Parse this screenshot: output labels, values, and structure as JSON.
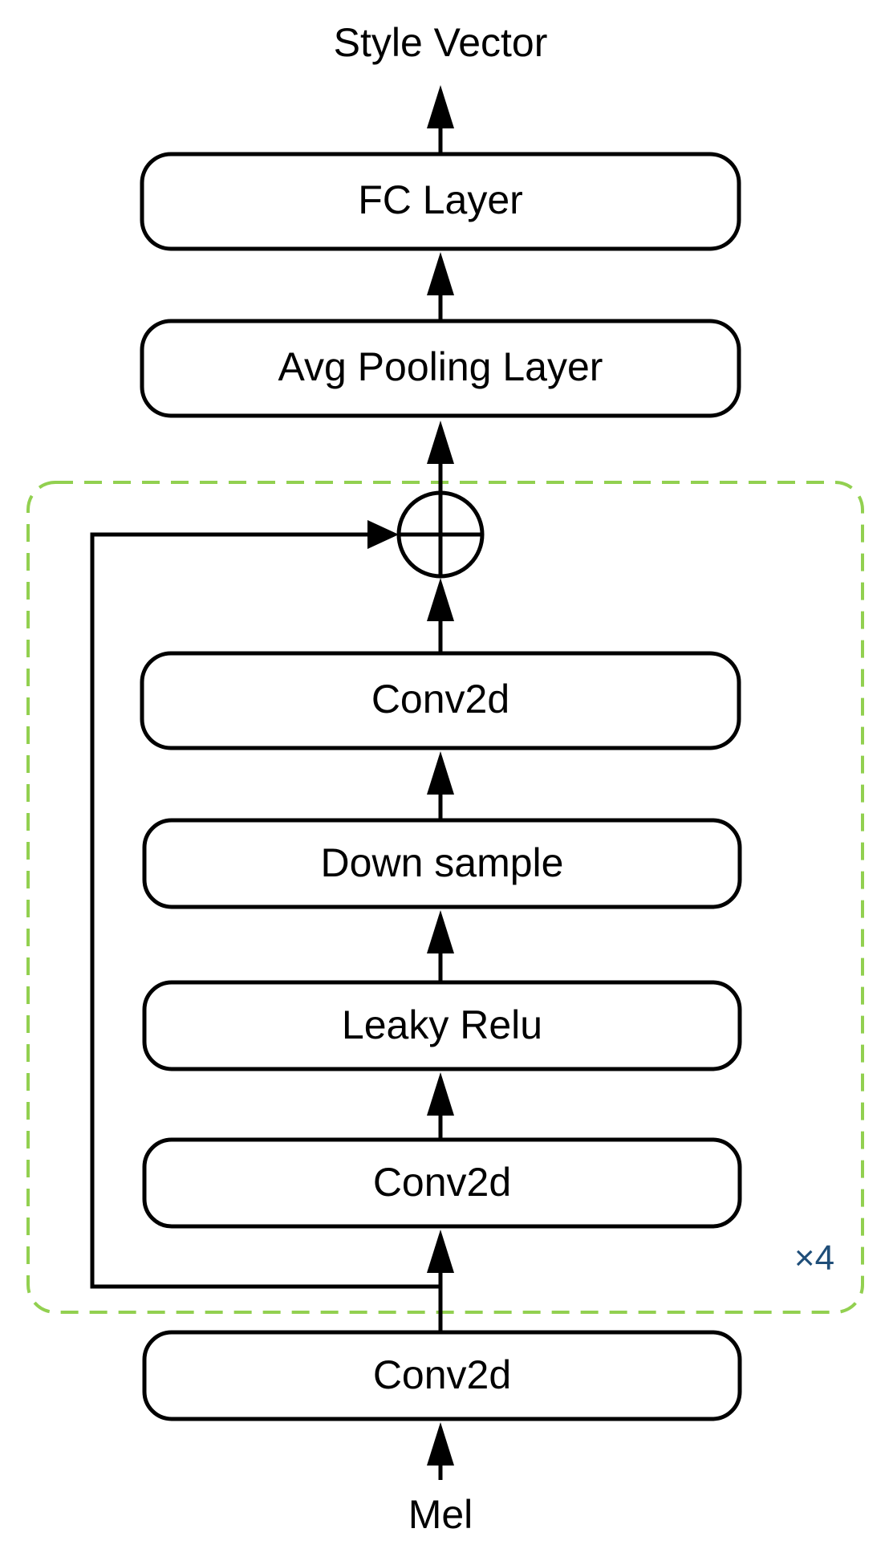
{
  "output_label": "Style Vector",
  "input_label": "Mel",
  "repeat_label": "×4",
  "colors": {
    "repeat_block_border": "#92D050",
    "repeat_label": "#1F4E79",
    "line": "#000000"
  },
  "layers": {
    "fc": "FC Layer",
    "avg_pool": "Avg Pooling Layer",
    "res_conv_top": "Conv2d",
    "down_sample": "Down sample",
    "leaky_relu": "Leaky Relu",
    "res_conv_bottom": "Conv2d",
    "input_conv": "Conv2d"
  },
  "residual_operator": "sum-icon"
}
